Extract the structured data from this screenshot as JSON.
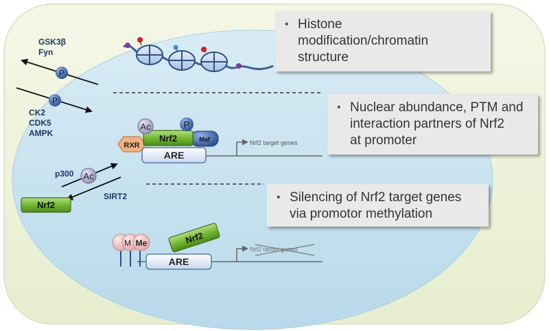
{
  "kinases_in": {
    "line1": "GSK3β",
    "line2": "Fyn"
  },
  "kinases_out": {
    "line1": "CK2",
    "line2": "CDK5",
    "line3": "AMPK"
  },
  "phospho_label": "P",
  "acetyl_label": "Ac",
  "methyl_label": "Me",
  "methyl_partial_label": "M",
  "nrf2_label": "Nrf2",
  "rxr_label": "RXR",
  "maf_label": "Maf",
  "are_label": "ARE",
  "target_genes_label": "Nrf2 target genes",
  "p300_label": "p300",
  "sirt2_label": "SIRT2",
  "callouts": {
    "histone": {
      "bullet": "•",
      "lines": [
        "Histone",
        "modification/chromatin",
        "structure"
      ]
    },
    "nuclear": {
      "bullet": "•",
      "lines": [
        "Nuclear abundance, PTM and",
        "interaction partners of Nrf2",
        "at promoter"
      ]
    },
    "silencing": {
      "bullet": "•",
      "lines": [
        "Silencing of Nrf2 target genes",
        "via promotor methylation"
      ]
    }
  },
  "colors": {
    "background_card": "#eef3dc",
    "nucleus": "#c9e3f0",
    "nrf2_green": "#6fb52e",
    "phospho_blue": "#2f5597",
    "acetyl_purple": "#a9a2c6",
    "rxr_orange": "#f4b183",
    "maf_blue": "#2f5597",
    "are_box": "#dfe8f5",
    "label_navy": "#1f3864",
    "methyl_pink": "#f2c6c6"
  }
}
